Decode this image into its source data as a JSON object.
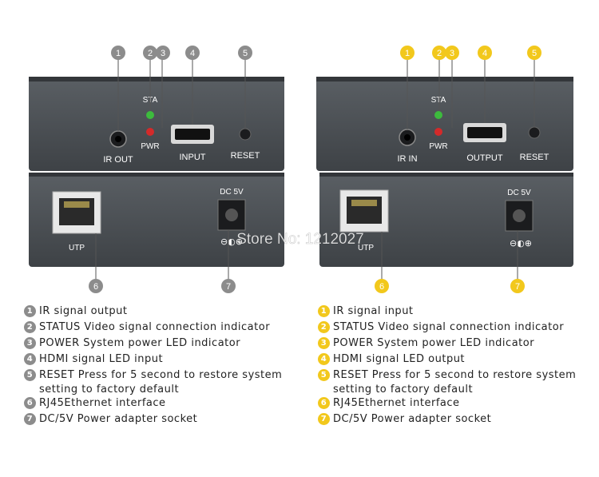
{
  "colors": {
    "left_badge": "#8c8c8c",
    "right_badge": "#f2c81c",
    "device_body": "#4a4e52",
    "label_text": "#ffffff"
  },
  "watermark": "Store No: 1212027",
  "left_device": {
    "labels": {
      "sta": "STA",
      "pwr": "PWR",
      "ir": "IR OUT",
      "hdmi": "INPUT",
      "reset": "RESET",
      "utp": "UTP",
      "dc": "DC 5V",
      "polarity": "⊖◐⊕"
    },
    "legend": [
      {
        "num": "1",
        "text": "IR signal output"
      },
      {
        "num": "2",
        "text": "STATUS Video signal connection indicator"
      },
      {
        "num": "3",
        "text": "POWER System power LED indicator"
      },
      {
        "num": "4",
        "text": "HDMI signal LED input"
      },
      {
        "num": "5",
        "text": "RESET Press for 5 second to restore system",
        "sub": "setting to factory default"
      },
      {
        "num": "6",
        "text": "RJ45Ethernet interface"
      },
      {
        "num": "7",
        "text": "DC/5V  Power adapter socket"
      }
    ]
  },
  "right_device": {
    "labels": {
      "sta": "STA",
      "pwr": "PWR",
      "ir": "IR IN",
      "hdmi": "OUTPUT",
      "reset": "RESET",
      "utp": "UTP",
      "dc": "DC 5V",
      "polarity": "⊖◐⊕"
    },
    "legend": [
      {
        "num": "1",
        "text": "IR signal input"
      },
      {
        "num": "2",
        "text": "STATUS Video signal connection indicator"
      },
      {
        "num": "3",
        "text": "POWER System power LED indicator"
      },
      {
        "num": "4",
        "text": "HDMI signal LED output"
      },
      {
        "num": "5",
        "text": "RESET Press for 5 second to restore system",
        "sub": "setting to factory default"
      },
      {
        "num": "6",
        "text": "RJ45Ethernet interface"
      },
      {
        "num": "7",
        "text": "DC/5V  Power adapter socket"
      }
    ]
  }
}
